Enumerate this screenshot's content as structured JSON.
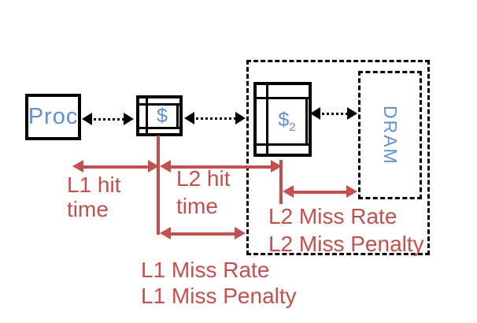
{
  "colors": {
    "annotation_red": "#c1504e",
    "label_blue": "#5f8fd4",
    "line_black": "#000000",
    "background": "#ffffff"
  },
  "nodes": {
    "proc": {
      "label": "Proc"
    },
    "l1_cache": {
      "label": "$"
    },
    "l2_cache": {
      "label": "$",
      "subscript": "2"
    },
    "dram": {
      "label": "DRAM"
    }
  },
  "annotations": {
    "l1_hit_time": {
      "line1": "L1 hit",
      "line2": "time"
    },
    "l2_hit_time": {
      "line1": "L2 hit",
      "line2": "time"
    },
    "l1_miss": {
      "line1": "L1 Miss Rate",
      "line2": "L1 Miss Penalty"
    },
    "l2_miss": {
      "line1": "L2 Miss Rate",
      "line2": "L2 Miss Penalty"
    }
  }
}
